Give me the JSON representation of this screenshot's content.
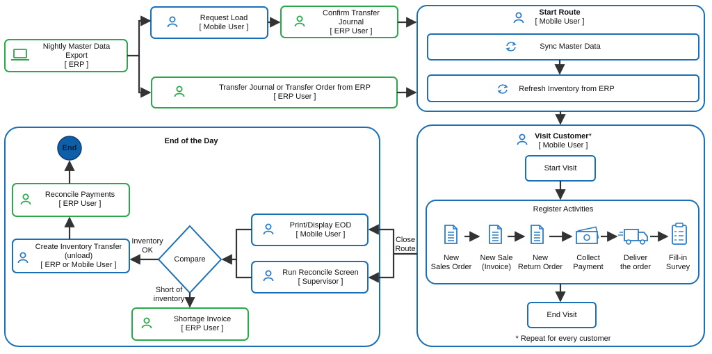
{
  "nodes": {
    "nightly_export": {
      "title": "Nightly Master Data Export",
      "role": "[ ERP ]"
    },
    "request_load": {
      "title": "Request Load",
      "role": "[ Mobile User ]"
    },
    "confirm_tj": {
      "title": "Confirm Transfer Journal",
      "role": "[ ERP User ]"
    },
    "tj_or_to": {
      "title": "Transfer Journal or Transfer Order from ERP",
      "role": "[ ERP User ]"
    },
    "start_route": {
      "title": "Start Route",
      "role": "[ Mobile User ]"
    },
    "sync_master": {
      "title": "Sync Master Data"
    },
    "refresh_inventory": {
      "title": "Refresh Inventory from ERP"
    },
    "visit_customer": {
      "title": "Visit Customer",
      "marker": "*",
      "role": "[ Mobile User ]"
    },
    "start_visit": {
      "title": "Start Visit"
    },
    "register_activities": {
      "title": "Register Activities"
    },
    "end_visit": {
      "title": "End Visit"
    },
    "end_of_day": {
      "title": "End of the Day"
    },
    "end": {
      "title": "End"
    },
    "reconcile_payments": {
      "title": "Reconcile Payments",
      "role": "[ ERP User ]"
    },
    "create_inv_transfer": {
      "title1": "Create Inventory Transfer",
      "title2": "(unload)",
      "role": "[ ERP or Mobile User ]"
    },
    "compare": {
      "title": "Compare"
    },
    "shortage_invoice": {
      "title": "Shortage Invoice",
      "role": "[ ERP User ]"
    },
    "print_eod": {
      "title": "Print/Display EOD",
      "role": "[ Mobile User ]"
    },
    "run_reconcile": {
      "title": "Run Reconcile Screen",
      "role": "[ Supervisor ]"
    }
  },
  "activities": [
    {
      "line1": "New",
      "line2": "Sales Order",
      "icon": "document-icon"
    },
    {
      "line1": "New Sale",
      "line2": "(Invoice)",
      "icon": "document-icon"
    },
    {
      "line1": "New",
      "line2": "Return Order",
      "icon": "document-icon"
    },
    {
      "line1": "Collect",
      "line2": "Payment",
      "icon": "cash-icon"
    },
    {
      "line1": "Deliver",
      "line2": "the order",
      "icon": "truck-icon"
    },
    {
      "line1": "Fill-in",
      "line2": "Survey",
      "icon": "clipboard-icon"
    }
  ],
  "edge_labels": {
    "inventory_ok": "Inventory OK",
    "short_of_inventory": "Short of inventory",
    "close_route": "Close Route"
  },
  "footnote": "* Repeat for every customer",
  "colors": {
    "blue": "#1a6fb5",
    "green": "#2aa84a",
    "dark_blue": "#0e5ea8",
    "arrow": "#333333",
    "icon_blue": "#2b7cc7",
    "icon_green": "#2aa84a"
  }
}
